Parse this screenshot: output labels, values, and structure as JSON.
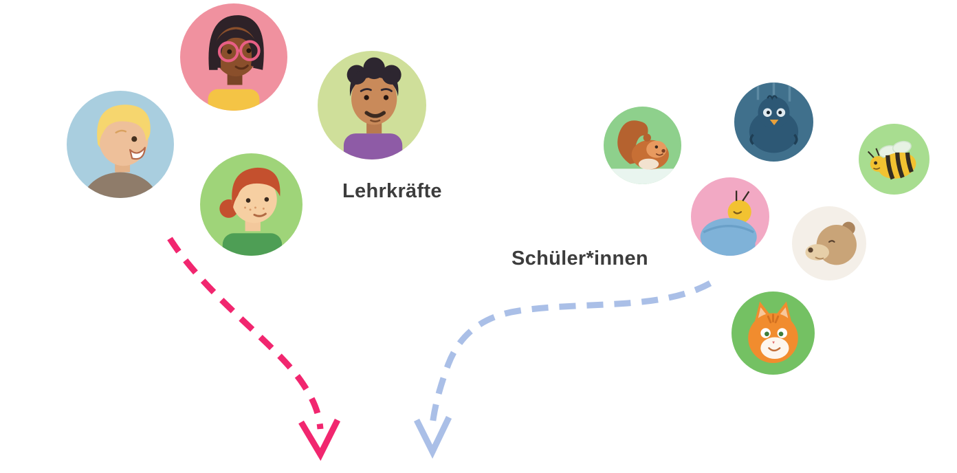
{
  "page": {
    "background": "#ffffff",
    "label_color": "#3d3d3d"
  },
  "diagram": {
    "teachers": {
      "label": "Lehrkräfte",
      "arrow_color": "#f1266f",
      "avatars": [
        {
          "id": "blonde-person",
          "bg": "#a9cedf"
        },
        {
          "id": "woman-glasses",
          "bg": "#f0919f"
        },
        {
          "id": "woman-redhair",
          "bg": "#9fd479"
        },
        {
          "id": "man-curly",
          "bg": "#cfdf9a"
        }
      ]
    },
    "students": {
      "label": "Schüler*innen",
      "arrow_color": "#aabfe7",
      "avatars": [
        {
          "id": "squirrel",
          "bg": "#8ed08c"
        },
        {
          "id": "bird",
          "bg": "#40708c"
        },
        {
          "id": "bee",
          "bg": "#a8dd90"
        },
        {
          "id": "sleeping-bee",
          "bg": "#f2a9c4"
        },
        {
          "id": "bear",
          "bg": "#f4efe8"
        },
        {
          "id": "cat",
          "bg": "#74c163"
        }
      ]
    }
  }
}
